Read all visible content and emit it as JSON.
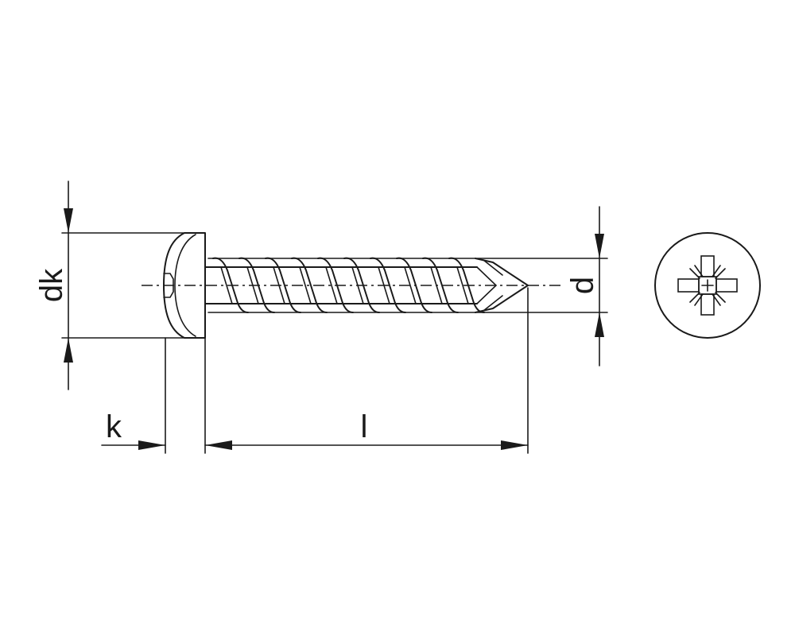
{
  "labels": {
    "head_diameter": "dk",
    "head_height": "k",
    "length": "l",
    "thread_diameter": "d"
  },
  "icons": {
    "screw_side_view": "pan-head-tapping-screw",
    "screw_top_view": "pozidriv-recess"
  },
  "colors": {
    "line": "#1a1a1a",
    "background": "#ffffff"
  }
}
